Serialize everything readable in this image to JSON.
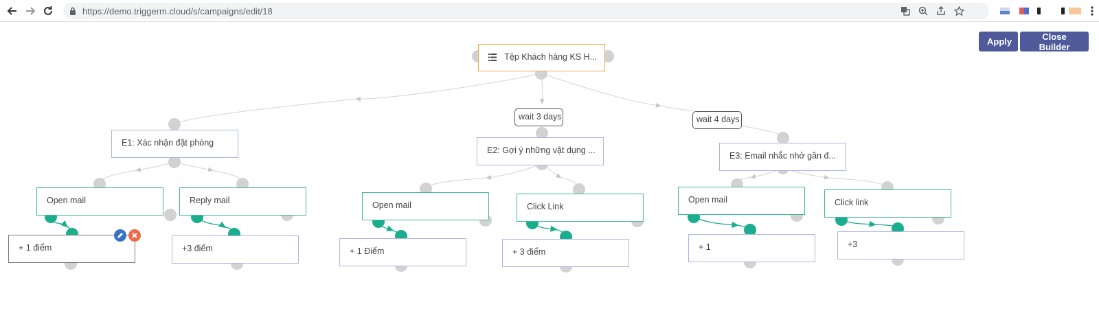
{
  "browser": {
    "url": "https://demo.triggerm.cloud/s/campaigns/edit/18"
  },
  "toolbar": {
    "apply_label": "Apply",
    "close_label": "Close Builder"
  },
  "tree": {
    "root_label": "Tệp Khách hàng KS H...",
    "waits": [
      "wait 3 days",
      "wait 4 days"
    ],
    "emails": [
      "E1: Xác nhận đặt phòng",
      "E2: Gợi ý những vật dụng ...",
      "E3: Email nhắc nhở gần đ..."
    ],
    "conditions": [
      "Open mail",
      "Reply mail",
      "Open mail",
      "Click Link",
      "Open mail",
      "Click link"
    ],
    "actions": [
      "+ 1 điểm",
      "+3 điểm",
      "+ 1 Điểm",
      "+ 3 điểm",
      "+ 1",
      "+3"
    ]
  },
  "colors": {
    "accent_button": "#4e5a9a",
    "edit_tool": "#3b73c4",
    "delete_tool": "#ef6a4b",
    "condition_connector": "#1aae8f"
  }
}
